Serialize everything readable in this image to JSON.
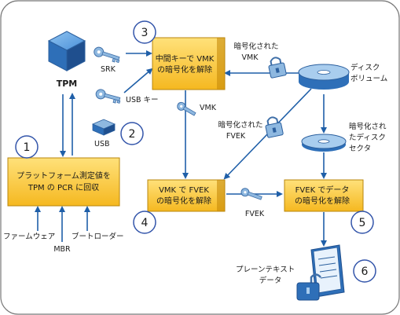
{
  "nodes": {
    "tpm": "TPM",
    "srk": "SRK",
    "usb_key": "USB キー",
    "usb": "USB",
    "vmk_encrypted_label": [
      "暗号化された",
      "VMK"
    ],
    "vmk_arrow": "VMK",
    "disk_volume": [
      "ディスク",
      "ボリューム"
    ],
    "fvek_encrypted_label": [
      "暗号化された",
      "FVEK"
    ],
    "encrypted_sector": [
      "暗号化され",
      "たディスク",
      "セクタ"
    ],
    "fvek_arrow": "FVEK",
    "firmware": "ファームウェア",
    "mbr": "MBR",
    "bootloader": "ブートローダー",
    "plaintext": [
      "プレーンテキスト",
      "データ"
    ]
  },
  "boxes": {
    "box1": [
      "プラットフォーム測定値を",
      "TPM の PCR に回収"
    ],
    "box3": [
      "中間キーで VMK",
      "の暗号化を解除"
    ],
    "box4": [
      "VMK で FVEK",
      "の暗号化を解除"
    ],
    "box5": [
      "FVEK でデータ",
      "の暗号化を解除"
    ]
  },
  "steps": [
    "1",
    "2",
    "3",
    "4",
    "5",
    "6"
  ],
  "colors": {
    "box_fill": "#FFCC33",
    "box_border": "#B8860B",
    "arrow": "#1F5FA8",
    "circle_border": "#3355AA"
  }
}
